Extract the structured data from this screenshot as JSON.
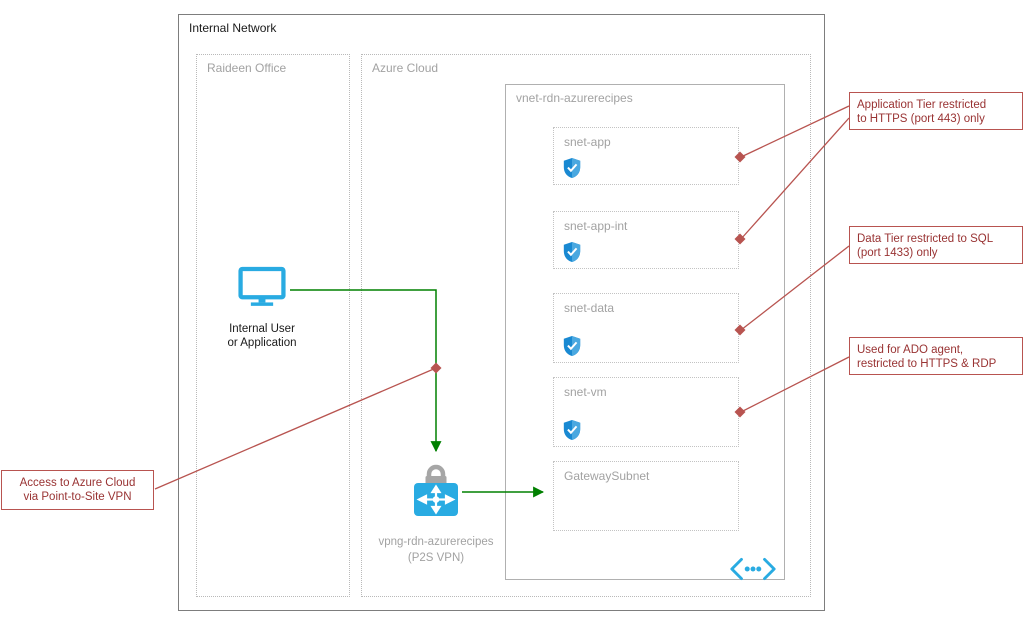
{
  "network": {
    "title": "Internal Network",
    "office_label": "Raideen Office",
    "cloud_label": "Azure Cloud"
  },
  "vnet": {
    "label": "vnet-rdn-azurerecipes",
    "subnets": [
      {
        "label": "snet-app"
      },
      {
        "label": "snet-app-int"
      },
      {
        "label": "snet-data"
      },
      {
        "label": "snet-vm"
      },
      {
        "label": "GatewaySubnet"
      }
    ]
  },
  "internal_user": {
    "line1": "Internal User",
    "line2": "or Application"
  },
  "vpn_gateway": {
    "line1": "vpng-rdn-azurerecipes",
    "line2": "(P2S VPN)"
  },
  "annotations": {
    "left_vpn": {
      "line1": "Access to Azure Cloud",
      "line2": "via Point-to-Site VPN"
    },
    "app_tier": {
      "line1": "Application Tier restricted",
      "line2": "to HTTPS (port 443) only"
    },
    "data_tier": {
      "line1": "Data Tier restricted to SQL",
      "line2": "(port 1433) only"
    },
    "vm_tier": {
      "line1": "Used for ADO agent,",
      "line2": "restricted to HTTPS & RDP"
    }
  },
  "icons": {
    "internal_user": "monitor-icon",
    "subnet_security": "nsg-shield-icon",
    "vpn_gateway": "vpn-gateway-lock-icon",
    "virtual_network": "virtual-network-icon",
    "connector_marker": "diamond-marker"
  },
  "colors": {
    "flow_arrow_green": "#008000",
    "annotation_red_line": "#b85450",
    "annotation_red_text": "#993333",
    "azure_cyan": "#29abe2",
    "nsg_shield_blue": "#1989d2",
    "muted_label_gray": "#a2a2a2"
  }
}
